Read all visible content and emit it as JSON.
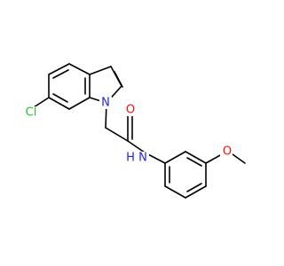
{
  "molecule": {
    "atoms": {
      "cl": "Cl",
      "n_indole": "N",
      "o_carbonyl": "O",
      "n_amide": "N",
      "h_amide": "H",
      "o_methoxy": "O"
    },
    "colors": {
      "bond": "#000000",
      "chlorine": "#22c422",
      "nitrogen": "#1f1fff",
      "oxygen": "#ff0d0d"
    }
  }
}
